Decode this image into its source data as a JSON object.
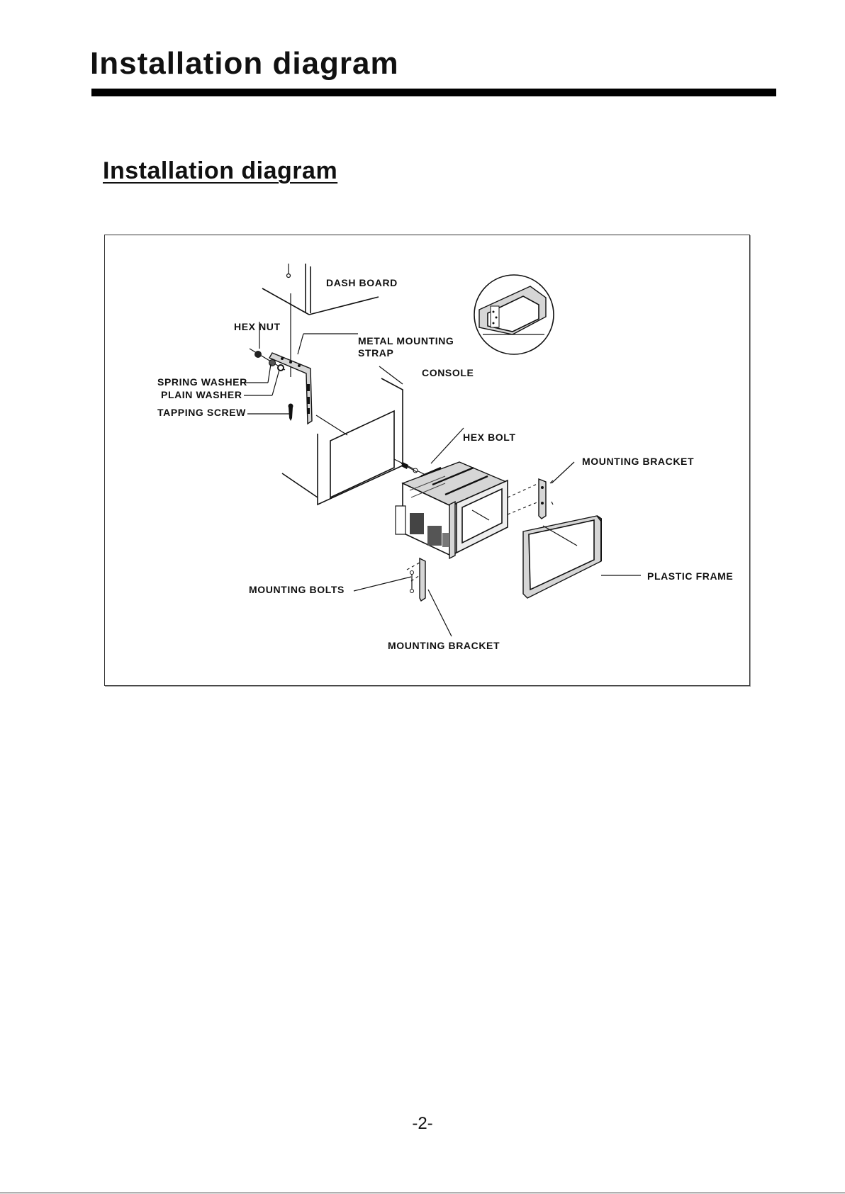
{
  "header": {
    "title": "Installation diagram"
  },
  "section": {
    "title": "Installation diagram"
  },
  "diagram": {
    "labels": {
      "dash_board": "DASH BOARD",
      "hex_nut": "HEX NUT",
      "metal_mounting_strap_line1": "METAL MOUNTING",
      "metal_mounting_strap_line2": "STRAP",
      "console": "CONSOLE",
      "spring_washer": "SPRING WASHER",
      "plain_washer": "PLAIN WASHER",
      "tapping_screw": "TAPPING SCREW",
      "hex_bolt": "HEX BOLT",
      "mounting_bracket_right": "MOUNTING BRACKET",
      "plastic_frame": "PLASTIC FRAME",
      "mounting_bolts": "MOUNTING BOLTS",
      "mounting_bracket_bottom": "MOUNTING BRACKET"
    }
  },
  "footer": {
    "page_number": "-2-"
  }
}
